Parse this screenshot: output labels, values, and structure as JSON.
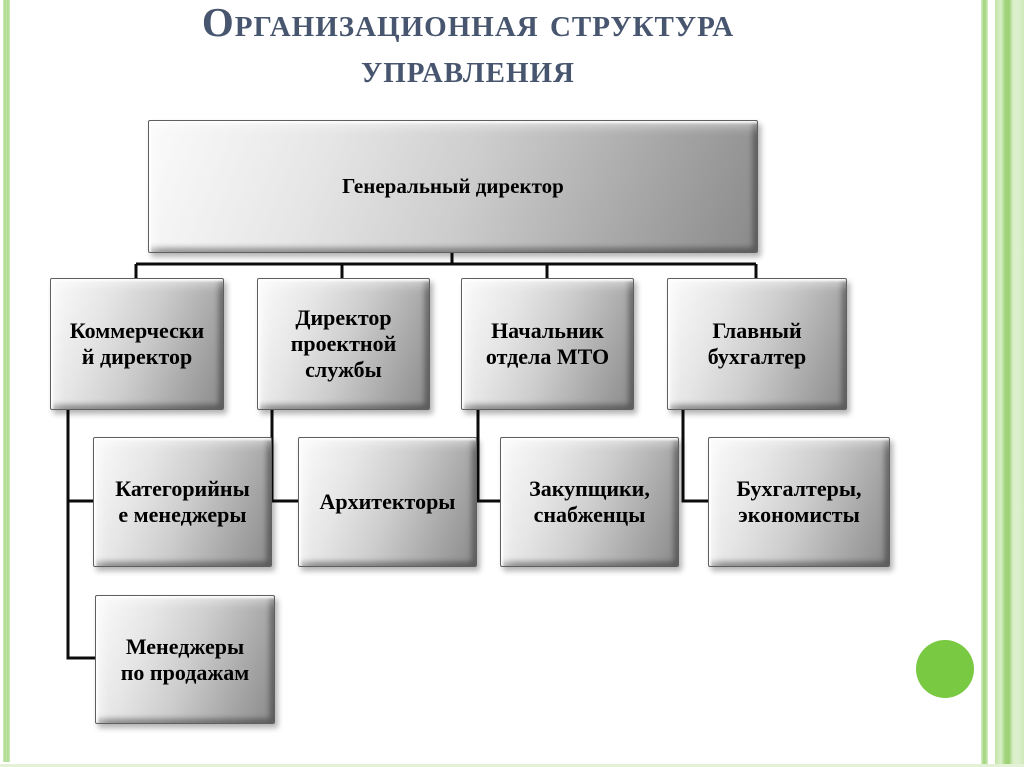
{
  "slide_title": "Организационная структура\nуправления",
  "org_chart": {
    "type": "org-chart",
    "nodes": {
      "general_director": "Генеральный директор",
      "commercial_director": "Коммерчески\nй директор",
      "project_service_director": "Директор\nпроектной\nслужбы",
      "mto_department_head": "Начальник\nотдела МТО",
      "chief_accountant": "Главный\nбухгалтер",
      "category_managers": "Категорийны\nе менеджеры",
      "architects": "Архитекторы",
      "buyers_suppliers": "Закупщики,\nснабженцы",
      "accountants_economists": "Бухгалтеры,\nэкономисты",
      "sales_managers": "Менеджеры\nпо продажам"
    },
    "edges": [
      [
        "general_director",
        "commercial_director"
      ],
      [
        "general_director",
        "project_service_director"
      ],
      [
        "general_director",
        "mto_department_head"
      ],
      [
        "general_director",
        "chief_accountant"
      ],
      [
        "commercial_director",
        "category_managers"
      ],
      [
        "commercial_director",
        "sales_managers"
      ],
      [
        "project_service_director",
        "architects"
      ],
      [
        "mto_department_head",
        "buyers_suppliers"
      ],
      [
        "chief_accountant",
        "accountants_economists"
      ]
    ]
  },
  "colors": {
    "title_text": "#47566E",
    "node_text": "#000000",
    "connector_line": "#0B0B0B",
    "node_fill_light": "#F2F2F2",
    "node_fill_dark": "#8A8A8A",
    "accent_circle_green": "#79C943",
    "accent_stripe_green": "#A5D681",
    "background": "#FFFFFF"
  }
}
